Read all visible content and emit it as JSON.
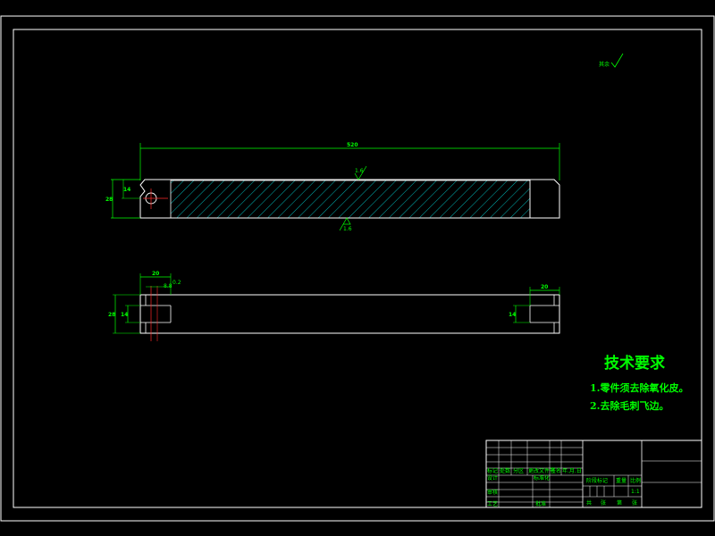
{
  "colors": {
    "background": "#000000",
    "outline": "#ffffff",
    "dimension": "#00ff00",
    "hatch": "#00ffff",
    "centerline": "#ff2a2a"
  },
  "surface_note": "其余",
  "tech_requirements": {
    "title": "技术要求",
    "items": [
      "1.零件须去除氧化皮。",
      "2.去除毛刺飞边。"
    ]
  },
  "top_view": {
    "overall_length_label": "520",
    "height_label": "28",
    "hole_offset_label": "14",
    "roughness_top": "1.6",
    "roughness_bottom": "1.6"
  },
  "bottom_view": {
    "dim_left_width": "20",
    "dim_left_small": "0.2",
    "dim_left_small2": "8.8",
    "dim_height": "28",
    "dim_slot": "14",
    "dim_right_width": "20",
    "dim_right_slot": "14"
  },
  "title_block": {
    "row_labels": [
      "标记",
      "处数",
      "分区",
      "更改文件号",
      "签名",
      "年.月.日"
    ],
    "design": "设计",
    "standardize": "标准化",
    "check": "审核",
    "process": "工艺",
    "approve": "批准",
    "stage_mark": "阶段标记",
    "weight": "重量",
    "scale": "比例",
    "scale_value": "1:1",
    "sheets_total": "共",
    "sheet_label": "张",
    "sheet_no": "第",
    "sheet_label2": "张"
  }
}
